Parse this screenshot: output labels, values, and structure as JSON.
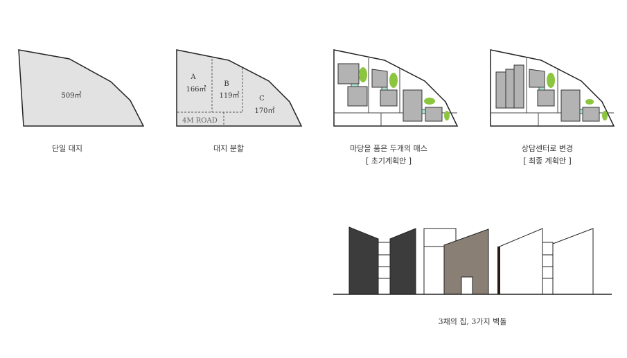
{
  "panels": {
    "single": {
      "area": "509㎡",
      "caption": "단일 대지"
    },
    "split": {
      "lot_a_name": "A",
      "lot_a_area": "166㎡",
      "lot_b_name": "B",
      "lot_b_area": "119㎡",
      "lot_c_name": "C",
      "lot_c_area": "170㎡",
      "road": "4M ROAD",
      "caption": "대지 분할"
    },
    "initial": {
      "caption_line1": "마당을 품은 두개의 매스",
      "caption_line2": "[ 초기계획안 ]"
    },
    "final": {
      "caption_line1": "상담센터로 변경",
      "caption_line2": "[ 최종 계획안 ]"
    }
  },
  "elevation": {
    "caption": "3채의 집, 3가지 벽돌"
  },
  "colors": {
    "site_fill": "#e2e2e2",
    "mass_fill": "#b3b3b3",
    "green": "#8cc63f",
    "connector": "#a8e0d0",
    "dark_brick": "#3c3c3c",
    "brown_brick": "#8a7f74",
    "dark_trim": "#2a1a14"
  }
}
